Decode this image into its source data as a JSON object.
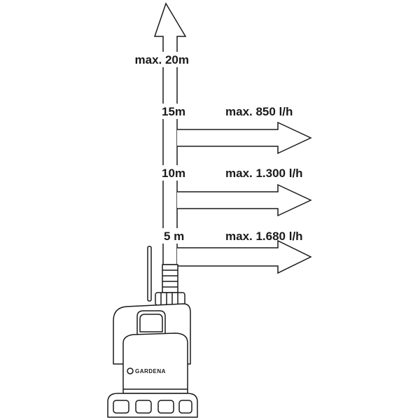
{
  "height_labels": {
    "max": "max. 20m",
    "h15": "15m",
    "h10": "10m",
    "h5": "5 m"
  },
  "flow_labels": {
    "at15": "max. 850 l/h",
    "at10": "max. 1.300 l/h",
    "at5": "max. 1.680 l/h"
  },
  "pump": {
    "brand": "GARDENA"
  },
  "colors": {
    "stroke": "#1a1a1a",
    "background": "#ffffff"
  }
}
